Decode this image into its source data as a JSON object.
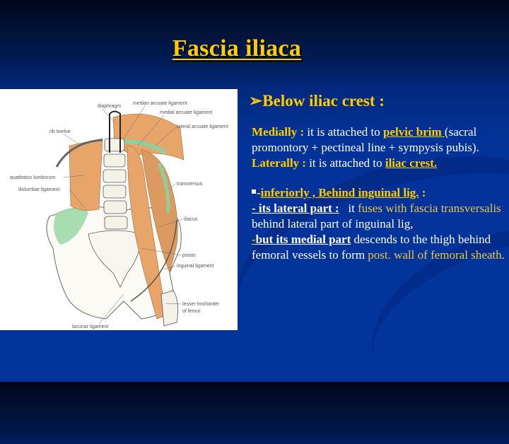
{
  "slide": {
    "title": "Fascia iliaca",
    "colors": {
      "background_top": "#02051a",
      "background_main": "#03349c",
      "accent_gold": "#ffcc00",
      "text_white": "#ffffff"
    }
  },
  "figure": {
    "description": "Anatomical illustration of posterior abdominal wall muscles",
    "labels": {
      "diaphragm": "diaphragm",
      "median_arcuate": "median arcuate ligament",
      "medial_arcuate": "medial arcuate ligament",
      "lateral_arcuate": "lateral arcuate ligament",
      "rib_twelve": "rib twelve",
      "quadratus": "quadratus lumborum",
      "iliolumbar": "iliolumbar ligament",
      "transversus": "transversus",
      "iliacus": "iliacus",
      "psoas": "psoas",
      "inguinal": "inguinal ligament",
      "lesser_troch_1": "lesser trochanter",
      "lesser_troch_2": "of femur",
      "lacunar": "lacunar ligament"
    }
  },
  "content": {
    "heading_marker": "➢",
    "heading": "Below iliac crest :",
    "medially_label": "Medially  :",
    "medially_text": " it is attached to ",
    "pelvic_brim": "pelvic brim ",
    "medially_rest": "(sacral promontory + pectineal line + sympysis pubis).",
    "laterally_label": "Laterally :",
    "laterally_text": " it is attached to ",
    "iliac_crest": "iliac crest.",
    "bullet_dash": "-",
    "inferiorly": "inferiorly , Behind inguinal lig.",
    "inferiorly_colon": " :",
    "lateral_part": "- its lateral part :",
    "lateral_it": "   it ",
    "fuses": "fuses with fascia transversalis",
    "lateral_rest": " behind lateral part of inguinal lig,",
    "medial_dash": "-",
    "medial_part": "but its medial part",
    "medial_rest": " descends to the thigh behind femoral vessels to form ",
    "post_wall": "post. wall of  femoral sheath."
  }
}
